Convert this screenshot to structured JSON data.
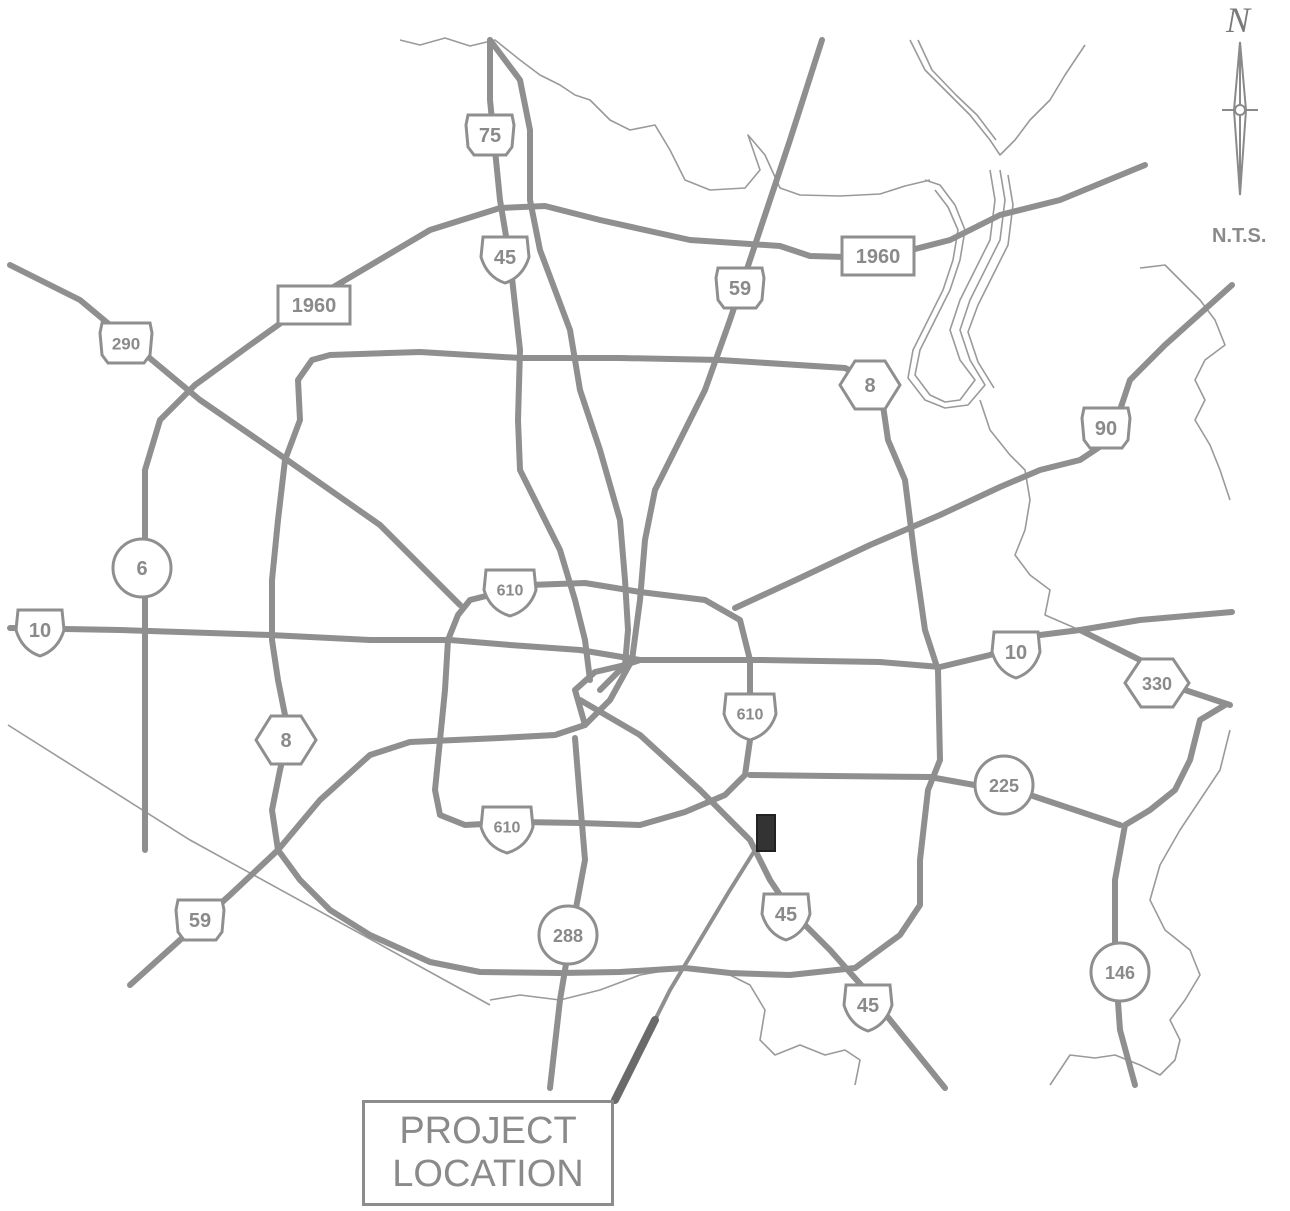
{
  "map": {
    "north_label": "N",
    "scale_note": "N.T.S.",
    "project_label_line1": "PROJECT",
    "project_label_line2": "LOCATION"
  },
  "shields": {
    "i45_north": "45",
    "i45_south": "45",
    "i45_southeast": "45",
    "i10_west": "10",
    "i10_east": "10",
    "i610_north": "610",
    "i610_east": "610",
    "i610_south": "610",
    "us75": "75",
    "us59_north": "59",
    "us59_southwest": "59",
    "us290": "290",
    "us90": "90",
    "fm1960_west": "1960",
    "fm1960_east": "1960",
    "bw8_northeast": "8",
    "bw8_west": "8",
    "sh330": "330",
    "sh6": "6",
    "sh288": "288",
    "sh225": "225",
    "sh146": "146"
  },
  "colors": {
    "road": "#8f8f8f",
    "label": "#8a8a8a",
    "project_marker": "#333333",
    "background": "#ffffff"
  }
}
